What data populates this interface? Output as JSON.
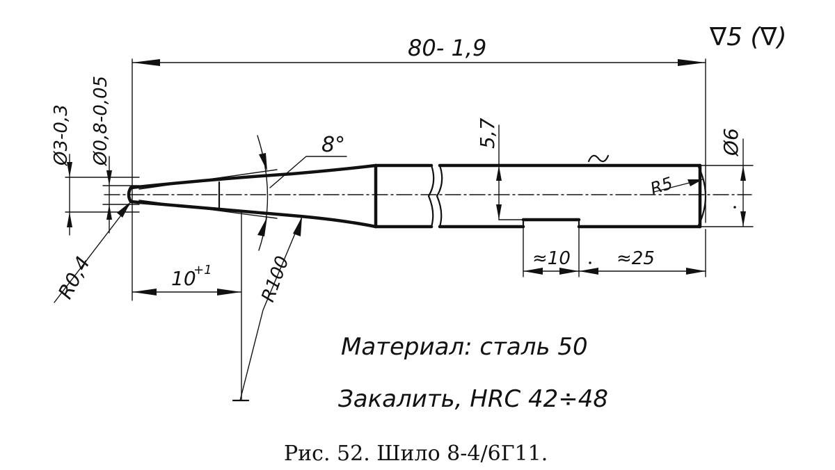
{
  "figure": {
    "surface_finish": "∇5 (∇)",
    "dimensions": {
      "overall_length": "80- 1,9",
      "tip_diameter": "Ø3-0,3",
      "point_diameter": "Ø0,8-0,05",
      "taper_angle": "8°",
      "tip_radius": "R0,4",
      "taper_length": "10",
      "taper_length_tol": "+1",
      "taper_radius": "R100",
      "flat_height": "5,7",
      "shank_diameter": "Ø6",
      "end_radius": "R5",
      "flat_gap": "≈10",
      "flat_length": "≈25"
    },
    "notes": {
      "material": "Материал:  сталь  50",
      "treatment": "Закалить,  HRC 42÷48"
    },
    "caption": "Рис. 52. Шило 8-4/6Г11."
  }
}
